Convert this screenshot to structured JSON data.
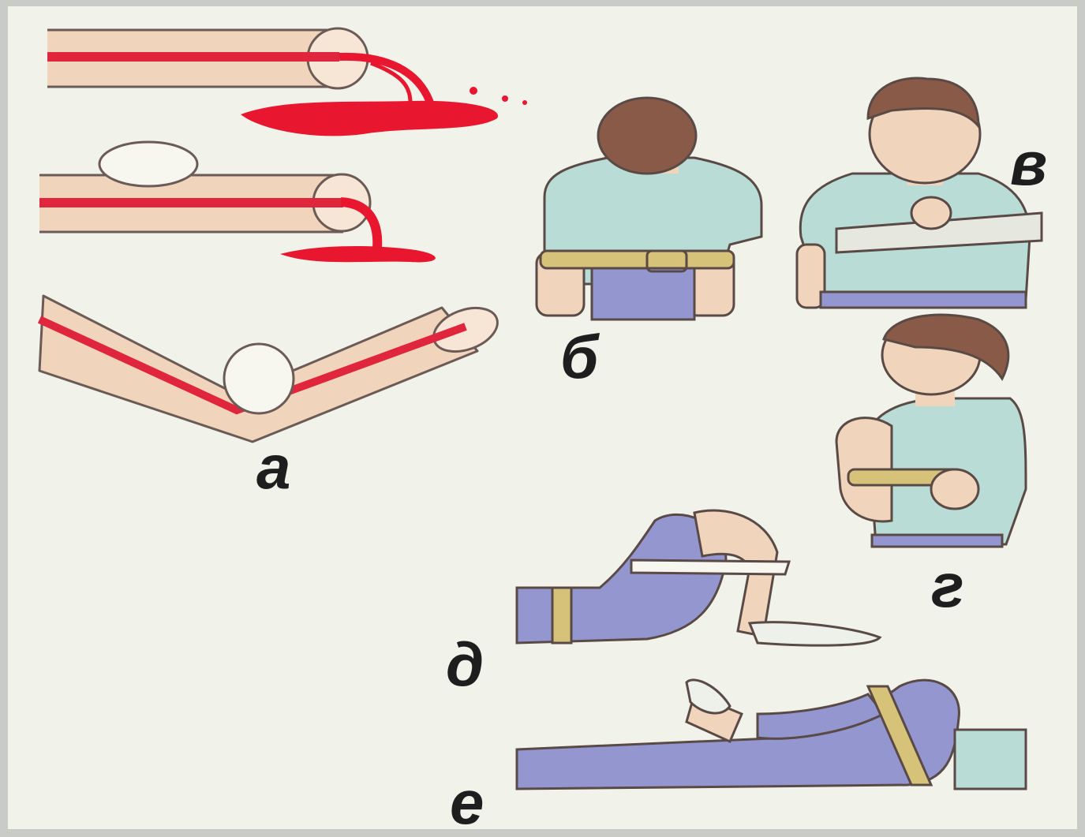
{
  "labels": {
    "a": "а",
    "b": "б",
    "v": "в",
    "g": "г",
    "d": "д",
    "e": "е"
  },
  "colors": {
    "background": "#f1f3ea",
    "frame": "#c9cbc6",
    "skin": "#f0d5bc",
    "artery": "#e0263c",
    "blood": "#e8172f",
    "shirt": "#b9ddd6",
    "pants": "#9496d0",
    "belt": "#d7c27a",
    "hair": "#8a5a48",
    "outline": "#5a4a46"
  }
}
